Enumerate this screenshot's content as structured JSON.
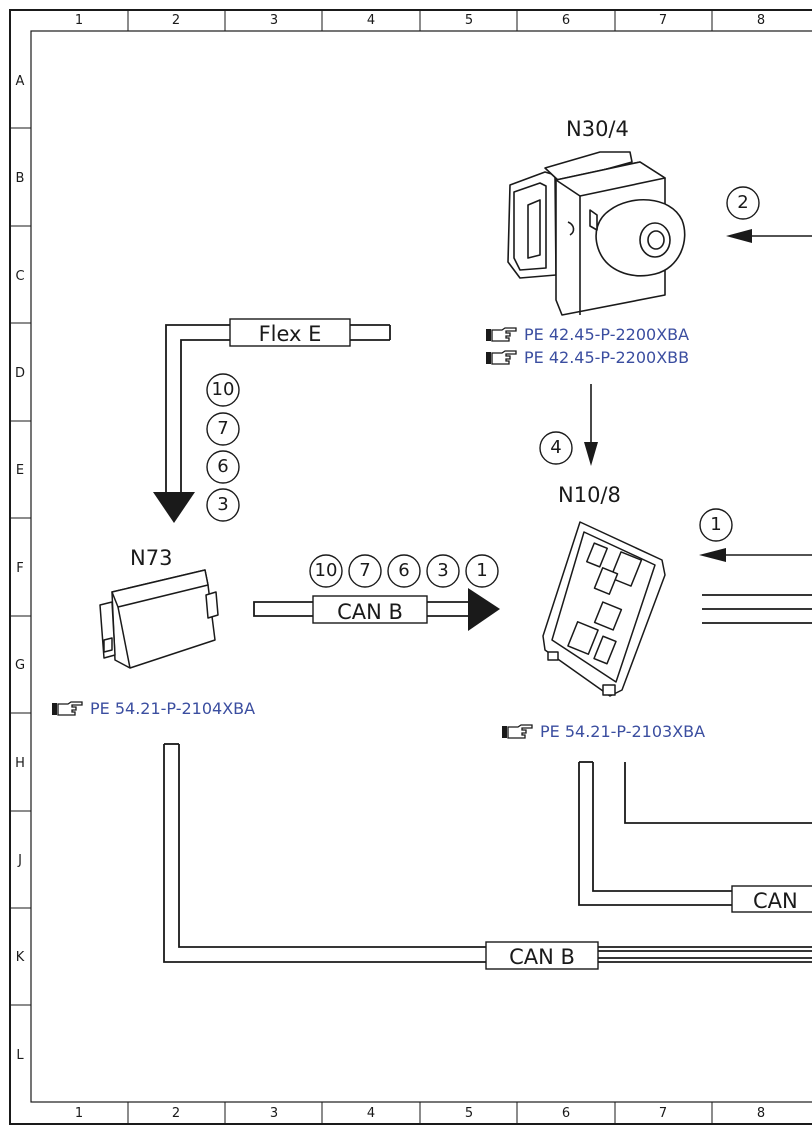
{
  "grid": {
    "columns": [
      "1",
      "2",
      "3",
      "4",
      "5",
      "6",
      "7",
      "8"
    ],
    "rows": [
      "A",
      "B",
      "C",
      "D",
      "E",
      "F",
      "G",
      "H",
      "J",
      "K",
      "L"
    ]
  },
  "components": {
    "n30_4": {
      "label": "N30/4",
      "refs": [
        "PE 42.45-P-2200XBA",
        "PE 42.45-P-2200XBB"
      ]
    },
    "n10_8": {
      "label": "N10/8",
      "refs": [
        "PE 54.21-P-2103XBA"
      ]
    },
    "n73": {
      "label": "N73",
      "refs": [
        "PE 54.21-P-2104XBA"
      ]
    }
  },
  "buses": {
    "flex_e": "Flex E",
    "can_b_mid": "CAN B",
    "can_b_bottom": "CAN B",
    "can_right": "CAN"
  },
  "circles": {
    "flexe_stack": [
      "10",
      "7",
      "6",
      "3"
    ],
    "canb_row": [
      "10",
      "7",
      "6",
      "3",
      "1"
    ],
    "arrow_down": "4",
    "arrow_right_top": "2",
    "arrow_right_mid": "1"
  },
  "colors": {
    "line": "#1a1a1a",
    "reference": "#3b4ea0"
  },
  "icons": {
    "reference": "pointing-hand-icon"
  }
}
